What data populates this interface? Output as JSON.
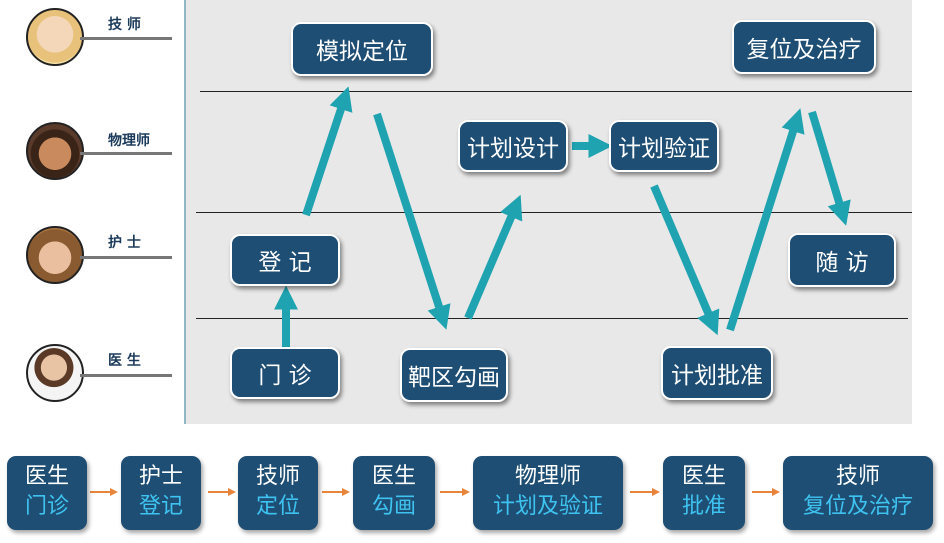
{
  "roles": [
    {
      "label": "技 师",
      "icon": "technician-avatar-icon"
    },
    {
      "label": "物理师",
      "icon": "physicist-avatar-icon"
    },
    {
      "label": "护 士",
      "icon": "nurse-avatar-icon"
    },
    {
      "label": "医 生",
      "icon": "doctor-avatar-icon"
    }
  ],
  "steps": {
    "clinic": "门 诊",
    "register": "登 记",
    "simulation": "模拟定位",
    "target": "靶区勾画",
    "plan_design": "计划设计",
    "plan_verify": "计划验证",
    "plan_approve": "计划批准",
    "reposition": "复位及治疗",
    "followup": "随 访"
  },
  "flow": [
    {
      "role": "医生",
      "action": "门诊"
    },
    {
      "role": "护士",
      "action": "登记"
    },
    {
      "role": "技师",
      "action": "定位"
    },
    {
      "role": "医生",
      "action": "勾画"
    },
    {
      "role": "物理师",
      "action": "计划及验证"
    },
    {
      "role": "医生",
      "action": "批准"
    },
    {
      "role": "技师",
      "action": "复位及治疗"
    }
  ],
  "colors": {
    "box_fill": "#1e4e74",
    "arrow": "#1fa3b0",
    "flow_arrow": "#e8853a",
    "flow_action_text": "#3ec3f0"
  }
}
